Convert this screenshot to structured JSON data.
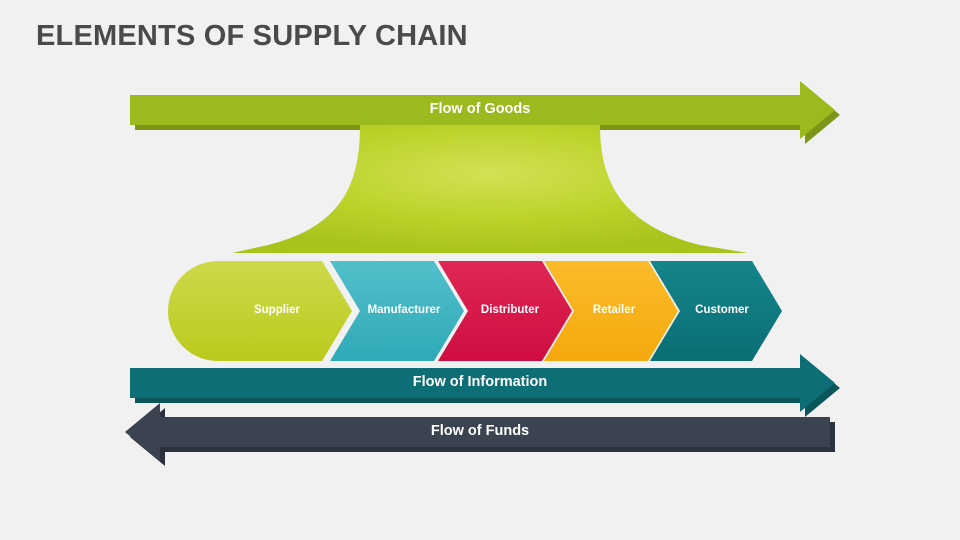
{
  "slide": {
    "title": "Elements of Supply Chain",
    "background_color": "#f1f1f1",
    "title_color": "#4a4a4a"
  },
  "flows": [
    {
      "id": "flow-of-goods",
      "label": "Flow of Goods",
      "direction": "right",
      "color": "#9aba1e",
      "shadow_color": "#7c961a"
    },
    {
      "id": "flow-of-information",
      "label": "Flow of Information",
      "direction": "right",
      "color": "#0d6e75",
      "shadow_color": "#0a565b"
    },
    {
      "id": "flow-of-funds",
      "label": "Flow of Funds",
      "direction": "left",
      "color": "#3b4351",
      "shadow_color": "#2c323d"
    }
  ],
  "funnel": {
    "id": "goods-funnel",
    "color": "#b4cc23",
    "highlight_color": "#cddb4a"
  },
  "chain": {
    "steps": [
      {
        "label": "Supplier",
        "color": "#c3d02c"
      },
      {
        "label": "Manufacturer",
        "color": "#3bb4c1"
      },
      {
        "label": "Distributer",
        "color": "#d8174a"
      },
      {
        "label": "Retailer",
        "color": "#f8b217"
      },
      {
        "label": "Customer",
        "color": "#0d7a80"
      }
    ]
  }
}
